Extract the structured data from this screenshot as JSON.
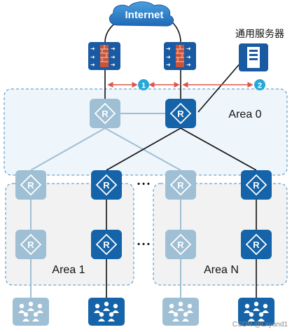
{
  "internet": {
    "label": "Internet"
  },
  "server": {
    "label": "通用服务器"
  },
  "markers": {
    "m1": "1",
    "m2": "2"
  },
  "areas": {
    "area0": "Area 0",
    "area1": "Area 1",
    "areaN": "Area N"
  },
  "ellipsis": {
    "row1": "• • •",
    "row2": "• • •"
  },
  "watermark": "CSDN @Lxyand1",
  "colors": {
    "router_dark": "#1563a8",
    "router_light": "#9fbfd4",
    "area0_fill": "#eef5fb",
    "area_border": "#4a8fc6",
    "area_sub_fill": "#f2f2f2",
    "marker": "#25a8d8",
    "red_arrow": "#e0554a",
    "firewall": "#1a5aa3"
  }
}
